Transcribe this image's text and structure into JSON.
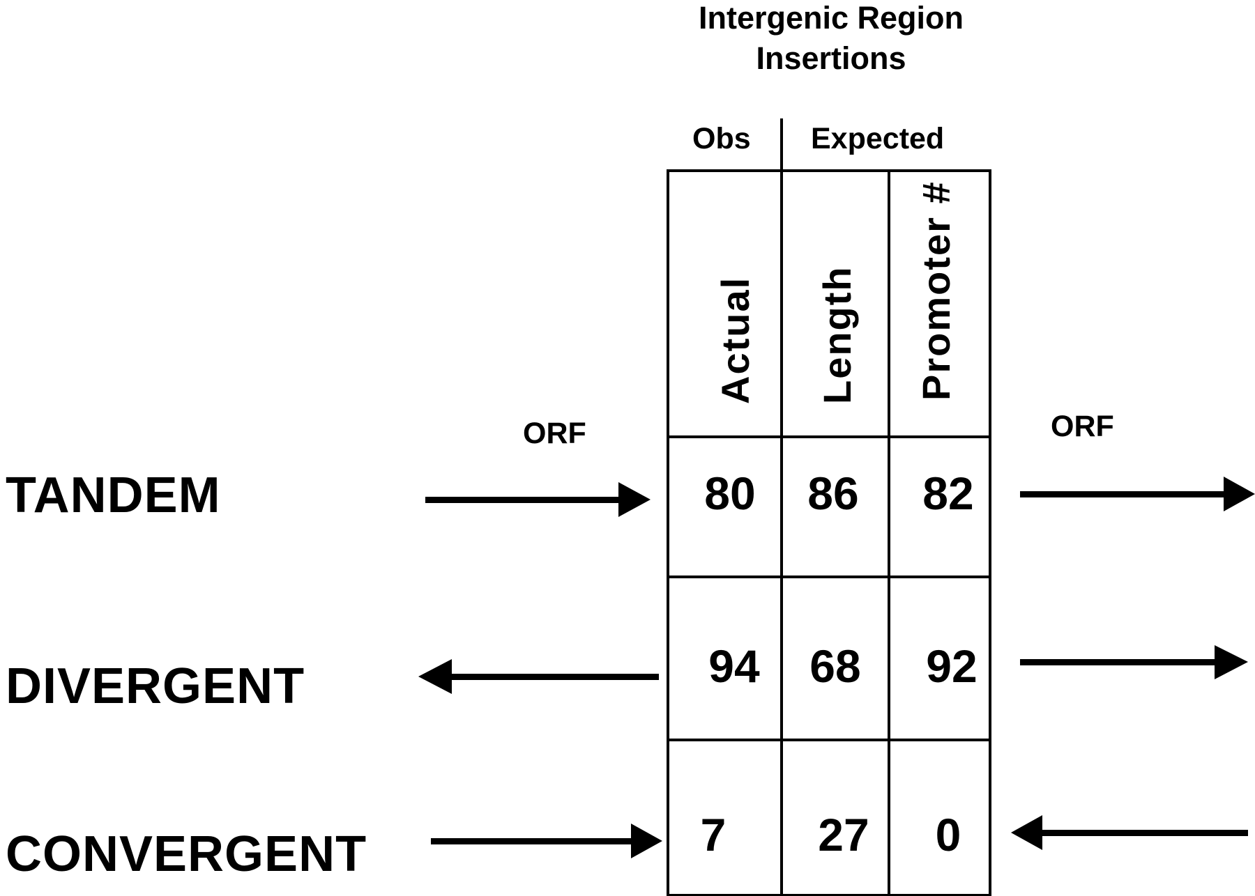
{
  "title": {
    "line1": "Intergenic Region",
    "line2": "Insertions"
  },
  "column_groups": {
    "observed": "Obs",
    "expected": "Expected"
  },
  "columns": [
    "Actual",
    "Length",
    "Promoter #"
  ],
  "orf_labels": {
    "left": "ORF",
    "right": "ORF"
  },
  "rows": [
    {
      "label": "TANDEM",
      "values": [
        "80",
        "86",
        "82"
      ],
      "left_arrow": "right",
      "right_arrow": "right"
    },
    {
      "label": "DIVERGENT",
      "values": [
        "94",
        "68",
        "92"
      ],
      "left_arrow": "left",
      "right_arrow": "right"
    },
    {
      "label": "CONVERGENT",
      "values": [
        "7",
        "27",
        "0"
      ],
      "left_arrow": "right",
      "right_arrow": "left"
    }
  ]
}
